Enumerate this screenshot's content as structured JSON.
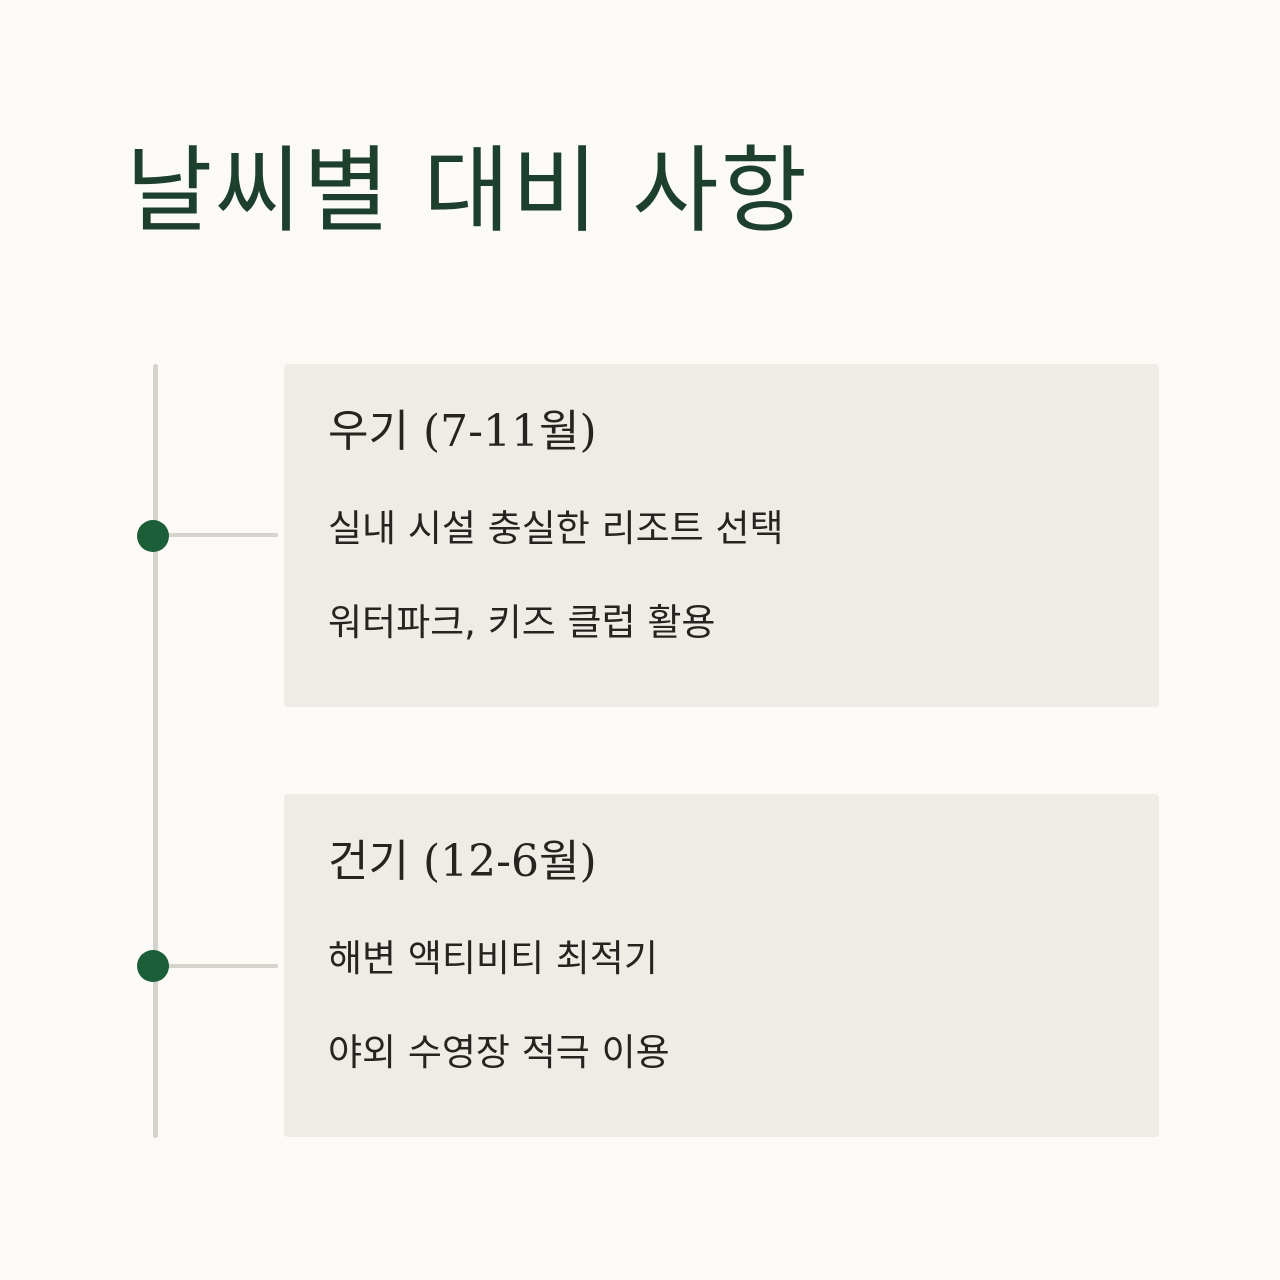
{
  "title": "날씨별 대비 사항",
  "accent_color": "#1b5e37",
  "title_color": "#1c3f2e",
  "seasons": [
    {
      "title": "우기 (7-11월)",
      "items": [
        "실내 시설 충실한 리조트 선택",
        "워터파크, 키즈 클럽 활용"
      ]
    },
    {
      "title": "건기 (12-6월)",
      "items": [
        "해변 액티비티 최적기",
        "야외 수영장 적극 이용"
      ]
    }
  ]
}
